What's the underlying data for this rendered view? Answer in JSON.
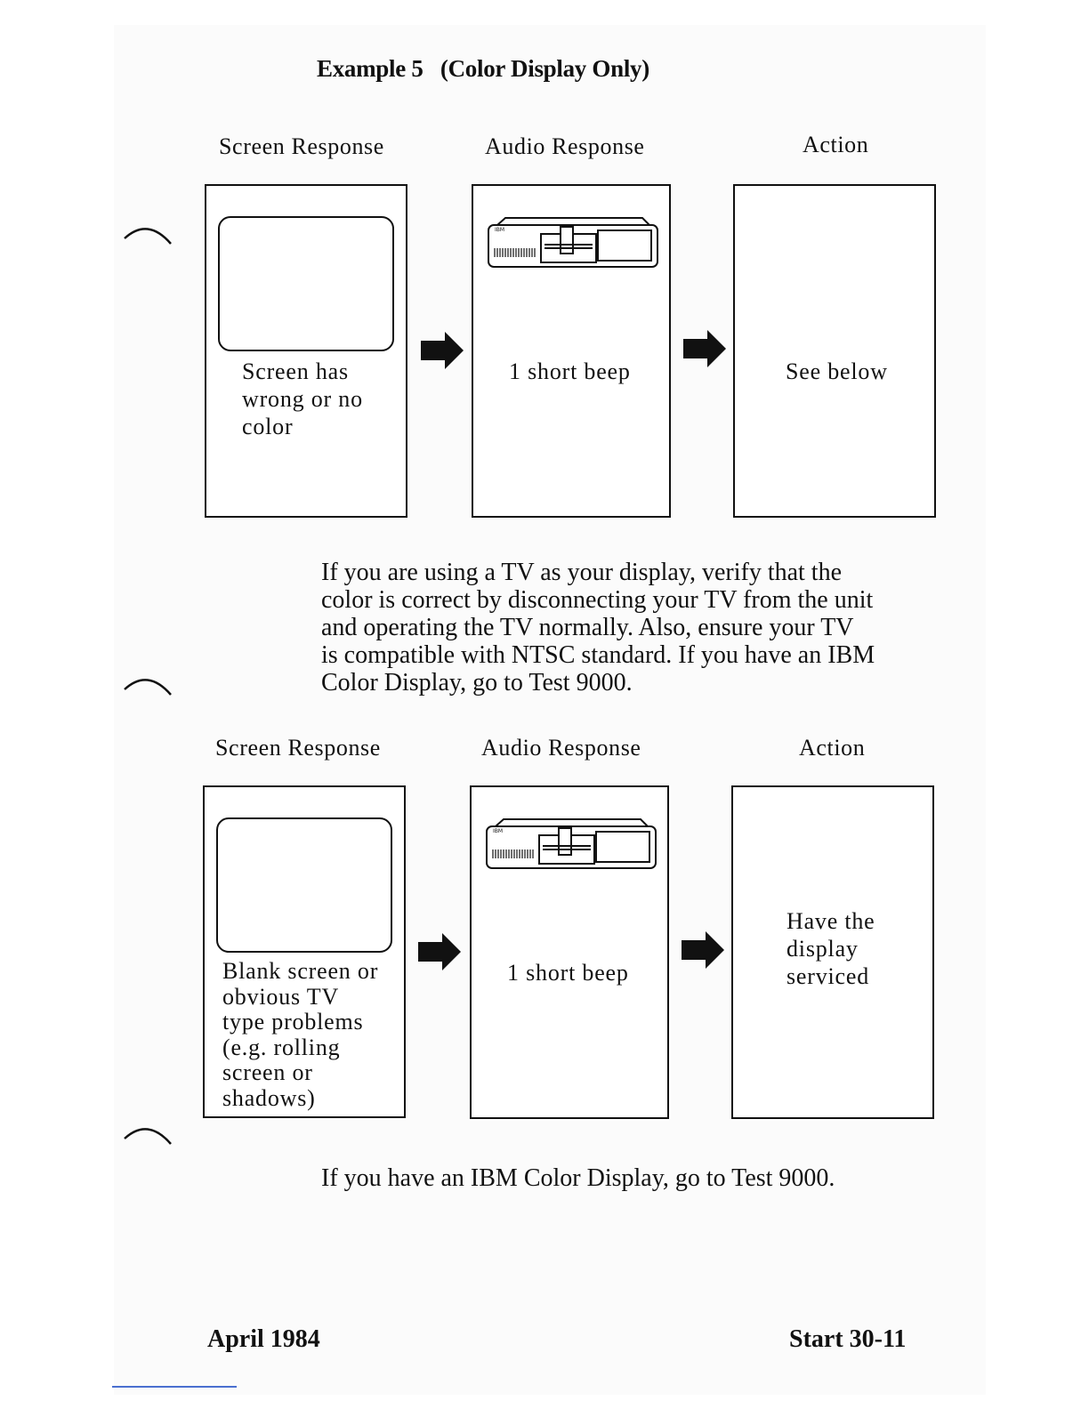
{
  "title": "Example 5   (Color Display Only)",
  "example1": {
    "headers": {
      "screen": "Screen Response",
      "audio": "Audio Response",
      "action": "Action"
    },
    "screen_text": [
      "Screen has",
      "wrong or no",
      "color"
    ],
    "audio_text": "1 short beep",
    "action_text": "See below",
    "paragraph": [
      "If you are using a TV as your display, verify that the",
      "color is correct by disconnecting your TV from the unit",
      "and operating the TV normally.  Also, ensure your TV",
      "is compatible with NTSC standard.  If you have an IBM",
      "Color Display, go to Test 9000."
    ]
  },
  "example2": {
    "headers": {
      "screen": "Screen Response",
      "audio": "Audio Response",
      "action": "Action"
    },
    "screen_text": [
      "Blank screen or",
      "obvious TV",
      "type problems",
      "(e.g. rolling",
      "screen or",
      "shadows)"
    ],
    "audio_text": "1 short beep",
    "action_text": [
      "Have the",
      "display",
      "serviced"
    ],
    "paragraph": "If you have an IBM Color Display, go to Test 9000."
  },
  "unit_label": "IBM",
  "footer": {
    "left": "April 1984",
    "right": "Start  30-11"
  }
}
